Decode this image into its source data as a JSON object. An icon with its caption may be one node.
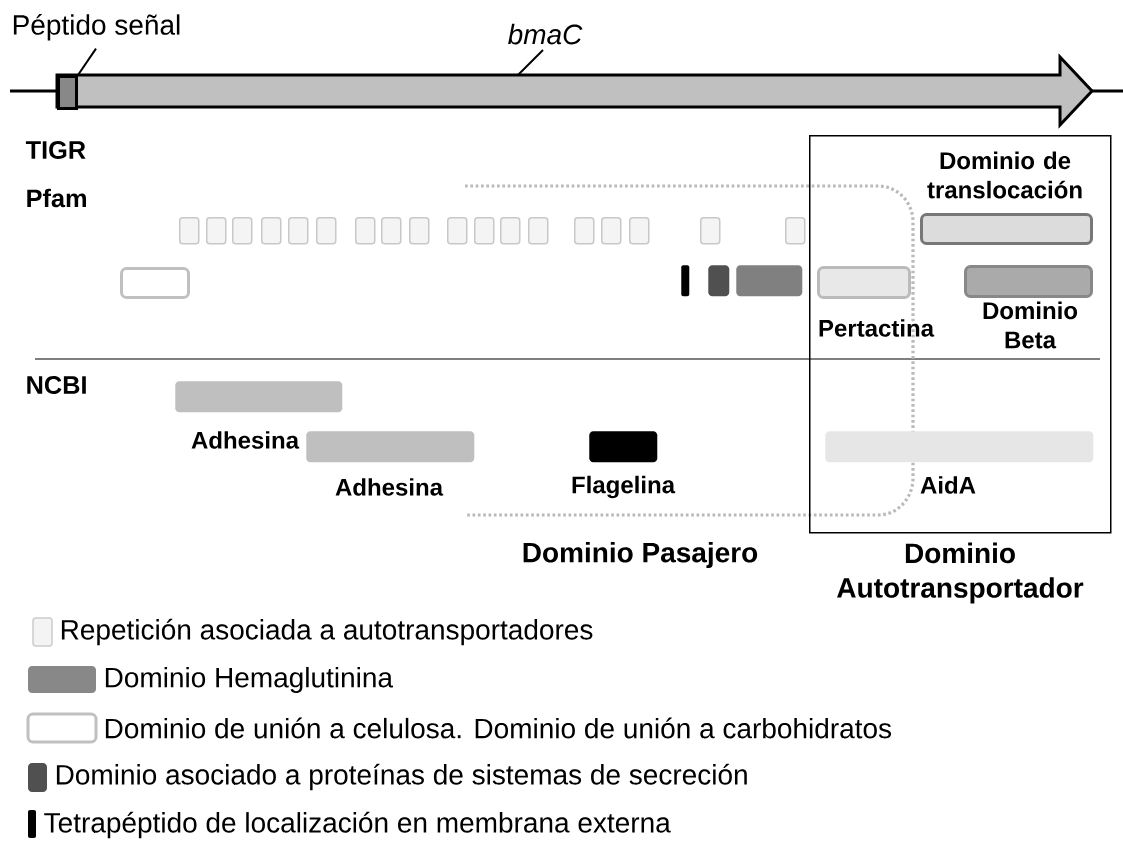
{
  "diagram": {
    "nodes": [
      {
        "text": [
          "Péptido señal"
        ]
      },
      {
        "text": [
          "bmaC"
        ]
      },
      {
        "text": [],
        "shape": "arrow"
      },
      {
        "text": [],
        "shape": "box",
        "in": 2
      },
      {
        "text": [
          "Dominio Autotransportador"
        ]
      },
      {
        "text": [
          "Dominio de translocación"
        ],
        "in": 4
      },
      {
        "text": [],
        "shape": "box"
      },
      {
        "text": [],
        "shape": "box"
      },
      {
        "text": [],
        "shape": "box"
      },
      {
        "text": [],
        "shape": "box"
      },
      {
        "text": [],
        "shape": "box"
      },
      {
        "text": [],
        "shape": "box"
      },
      {
        "text": [],
        "shape": "box"
      },
      {
        "text": [],
        "shape": "box"
      },
      {
        "text": [],
        "shape": "box"
      },
      {
        "text": [],
        "shape": "box"
      },
      {
        "text": [],
        "shape": "box"
      },
      {
        "text": [],
        "shape": "box"
      },
      {
        "text": [],
        "shape": "box"
      },
      {
        "text": [],
        "shape": "box"
      },
      {
        "text": [],
        "shape": "box"
      },
      {
        "text": [],
        "shape": "box"
      },
      {
        "text": [],
        "shape": "box"
      },
      {
        "text": [],
        "shape": "box"
      },
      {
        "text": [],
        "shape": "box"
      },
      {
        "text": [],
        "shape": "bar"
      },
      {
        "text": [],
        "shape": "box"
      },
      {
        "text": [],
        "shape": "box"
      },
      {
        "text": [
          "Pertactina"
        ],
        "in": 4
      },
      {
        "text": [
          "Dominio Beta"
        ],
        "in": 4
      },
      {
        "text": [
          "Adhesina"
        ]
      },
      {
        "text": [
          "Adhesina"
        ]
      },
      {
        "text": [
          "Flagelina"
        ]
      },
      {
        "text": [
          "AidA"
        ],
        "in": 4
      }
    ],
    "edges": [
      {
        "from": 0,
        "to": 3,
        "arrow": "none"
      },
      {
        "from": 1,
        "to": 2,
        "arrow": "none"
      }
    ],
    "labels": [
      "TIGR",
      "Pfam",
      "NCBI",
      "Dominio Pasajero"
    ],
    "legend": [
      {
        "text": "Repetición asociada a autotransportadores",
        "color": "#f4f4f4"
      },
      {
        "text": "Dominio Hemaglutinina",
        "color": "#888888"
      },
      {
        "text": "Dominio de unión a celulosa. Dominio de unión a carbohidratos"
      },
      {
        "text": "Dominio asociado a proteínas de sistemas de secreción",
        "color": "#505050"
      },
      {
        "text": "Tetrapéptido de localización en membrana externa",
        "color": "#000000"
      }
    ]
  }
}
